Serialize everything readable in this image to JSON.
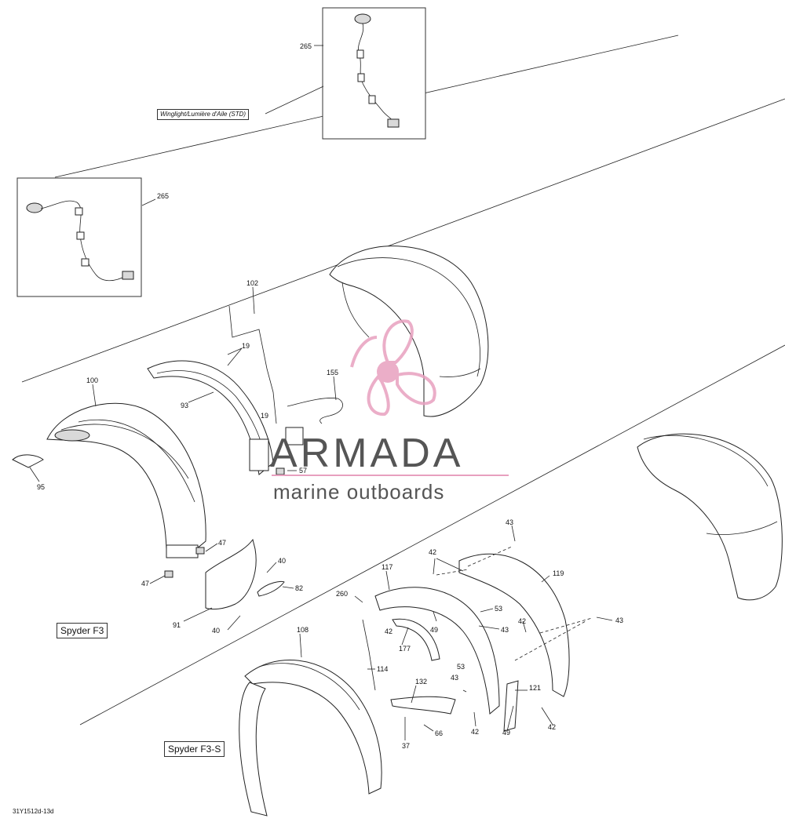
{
  "diagram": {
    "reference_code": "31Y1512d-13d",
    "box_labels": {
      "winglight": "Winglight/Lumière d'Aile (STD)",
      "spyder_f3": "Spyder F3",
      "spyder_f3s": "Spyder F3-S"
    },
    "callouts": {
      "p265a": "265",
      "p265b": "265",
      "p102": "102",
      "p19a": "19",
      "p19b": "19",
      "p155": "155",
      "p100": "100",
      "p93": "93",
      "p95": "95",
      "p57": "57",
      "p47a": "47",
      "p47b": "47",
      "p40a": "40",
      "p40b": "40",
      "p82": "82",
      "p91": "91",
      "p43a": "43",
      "p43b": "43",
      "p43c": "43",
      "p43d": "43",
      "p42a": "42",
      "p42b": "42",
      "p42c": "42",
      "p42d": "42",
      "p42e": "42",
      "p117": "117",
      "p119": "119",
      "p260": "260",
      "p53a": "53",
      "p53b": "53",
      "p49a": "49",
      "p49b": "49",
      "p177": "177",
      "p108": "108",
      "p114": "114",
      "p132": "132",
      "p121": "121",
      "p37": "37",
      "p66": "66"
    },
    "watermark": {
      "title": "ARMADA",
      "subtitle": "marine outboards",
      "color": "#e8a0bf"
    }
  }
}
